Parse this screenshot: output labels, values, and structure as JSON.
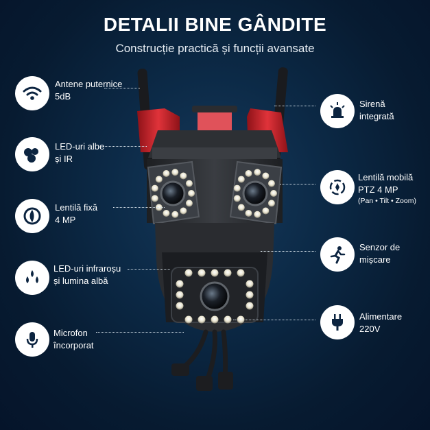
{
  "header": {
    "title": "DETALII BINE GÂNDITE",
    "subtitle": "Construcție practică și funcții avansate"
  },
  "features_left": [
    {
      "icon": "wifi-icon",
      "line1": "Antene puternice",
      "line2": "5dB"
    },
    {
      "icon": "led-icon",
      "line1": "LED-uri albe",
      "line2": "și IR"
    },
    {
      "icon": "lens-icon",
      "line1": "Lentilă fixă",
      "line2": "4 MP"
    },
    {
      "icon": "drops-icon",
      "line1": "LED-uri infraroșu",
      "line2": "și lumina albă"
    },
    {
      "icon": "microphone-icon",
      "line1": "Microfon",
      "line2": "încorporat"
    }
  ],
  "features_right": [
    {
      "icon": "siren-icon",
      "line1": "Sirenă",
      "line2": "integrată"
    },
    {
      "icon": "ptz-icon",
      "line1": "Lentilă mobilă",
      "line2": "PTZ 4 MP",
      "line3": "(Pan • Tilt • Zoom)"
    },
    {
      "icon": "motion-icon",
      "line1": "Senzor de",
      "line2": "mișcare"
    },
    {
      "icon": "plug-icon",
      "line1": "Alimentare",
      "line2": "220V"
    }
  ],
  "colors": {
    "background": "#0c2a47",
    "accent_red": "#d4212b",
    "camera_body": "#2b2d31"
  }
}
